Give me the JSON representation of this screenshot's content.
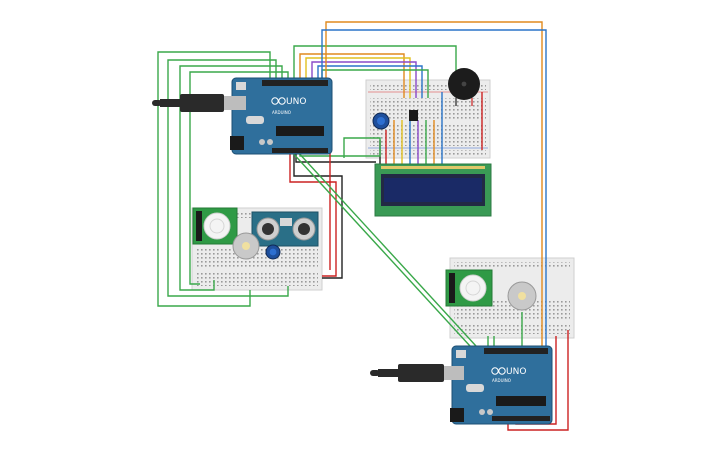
{
  "boards": {
    "top": {
      "label": "UNO",
      "brand": "ARDUINO"
    },
    "bottom": {
      "label": "UNO",
      "brand": "ARDUINO"
    }
  },
  "colors": {
    "arduino": "#2f6f9c",
    "arduino_dark": "#1e4f73",
    "breadboard": "#ececec",
    "pir": "#2f9a45",
    "ultrasonic": "#2a6f87",
    "lcd_board": "#3a9a55",
    "lcd_screen": "#1a2a66",
    "wire_green": "#3aa84a",
    "wire_red": "#cc2222",
    "wire_black": "#222222",
    "wire_orange": "#e08a1e",
    "wire_blue": "#2a74c8",
    "wire_yellow": "#e0c020",
    "wire_purple": "#8a4ac8"
  },
  "components": [
    "arduino-uno-top",
    "arduino-uno-bottom",
    "usb-cable-top",
    "usb-cable-bottom",
    "breadboard-top-right",
    "breadboard-left",
    "breadboard-bottom-right",
    "lcd-16x2",
    "piezo-buzzer",
    "potentiometer",
    "pir-sensor-left",
    "pir-sensor-right",
    "ultrasonic-sensor",
    "dc-motor-left",
    "dc-motor-right"
  ]
}
